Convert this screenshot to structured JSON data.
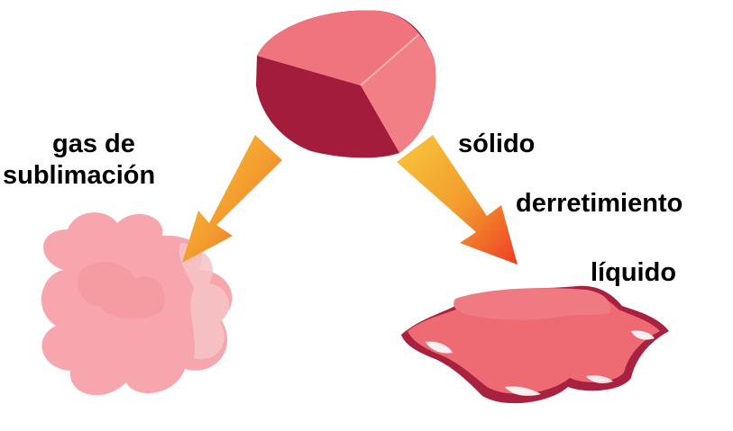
{
  "labels": {
    "gas_line1": "gas de",
    "gas_line2": "sublimación",
    "solid": "sólido",
    "melting": "derretimiento",
    "liquid": "líquido"
  },
  "colors": {
    "solid_light": "#f27f86",
    "solid_dark": "#a31c3c",
    "solid_top": "#ee6f7a",
    "arrow_tip": "#f0452a",
    "arrow_tail": "#f7c23a",
    "gas": "#f7a6ad",
    "liquid": "#ef6b73",
    "liquid_rim": "#a8223f"
  },
  "icons": {
    "solid": "ice-block-icon",
    "gas": "gas-cloud-icon",
    "liquid": "liquid-puddle-icon",
    "left_arrow": "arrow-down-left-icon",
    "right_arrow": "arrow-down-right-icon"
  }
}
